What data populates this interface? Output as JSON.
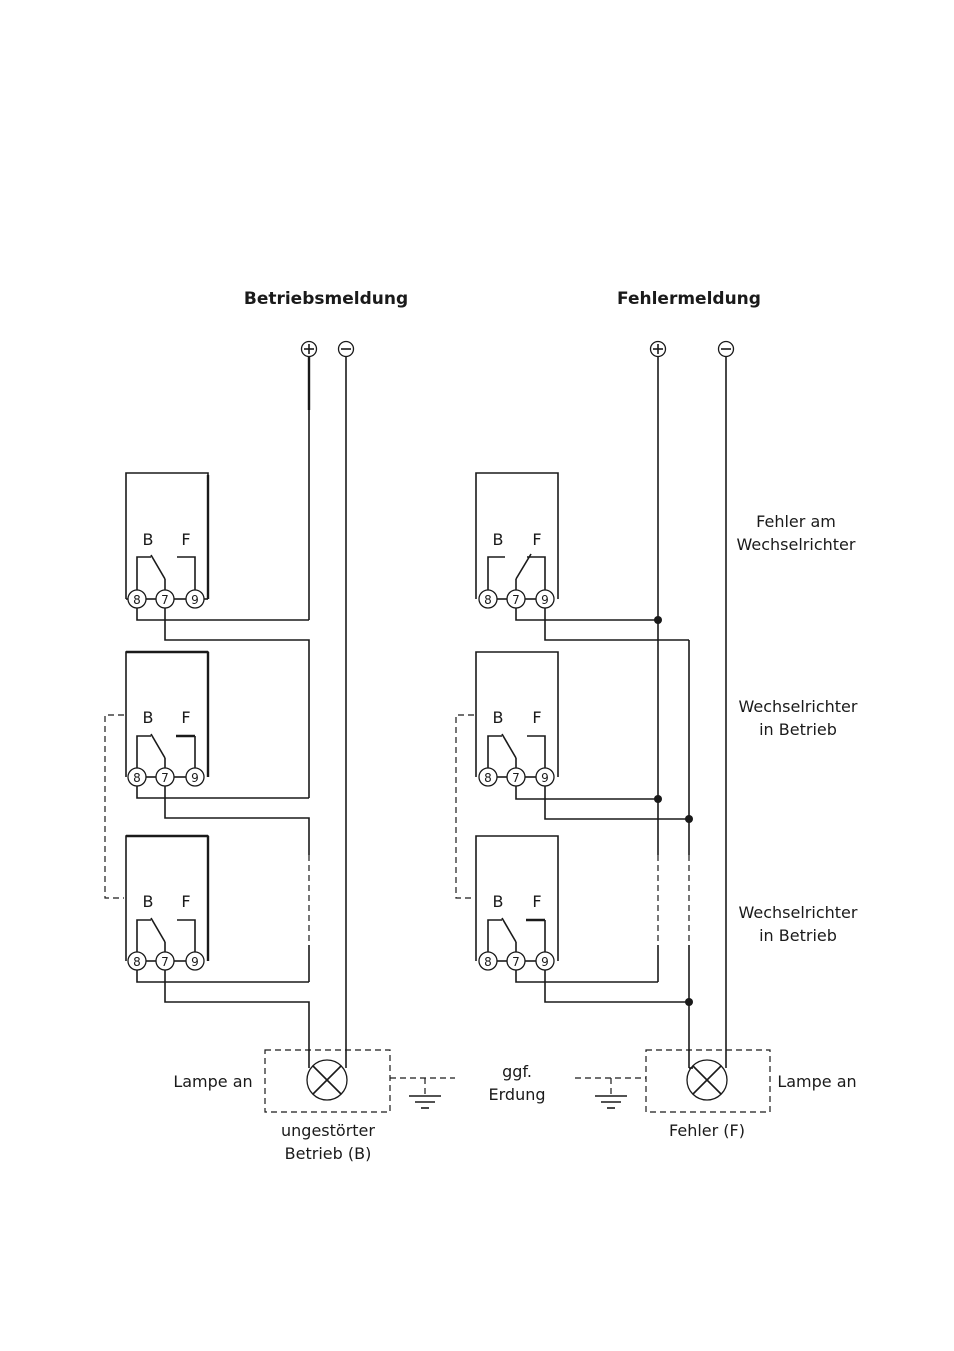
{
  "titles": {
    "left": "Betriebsmeldung",
    "right": "Fehlermeldung"
  },
  "supply": {
    "plus": "+",
    "minus": "−"
  },
  "relay": {
    "contact_b": "B",
    "contact_f": "F",
    "terminals": [
      "8",
      "7",
      "9"
    ]
  },
  "right_labels": {
    "unit1": [
      "Fehler am",
      "Wechselrichter"
    ],
    "unit2": [
      "Wechselrichter",
      "in Betrieb"
    ],
    "unit3": [
      "Wechselrichter",
      "in Betrieb"
    ]
  },
  "left_lamp": {
    "label": "Lampe an",
    "caption": [
      "ungestörter",
      "Betrieb (B)"
    ]
  },
  "right_lamp": {
    "label": "Lampe an",
    "caption": "Fehler (F)"
  },
  "ground": [
    "ggf.",
    "Erdung"
  ]
}
